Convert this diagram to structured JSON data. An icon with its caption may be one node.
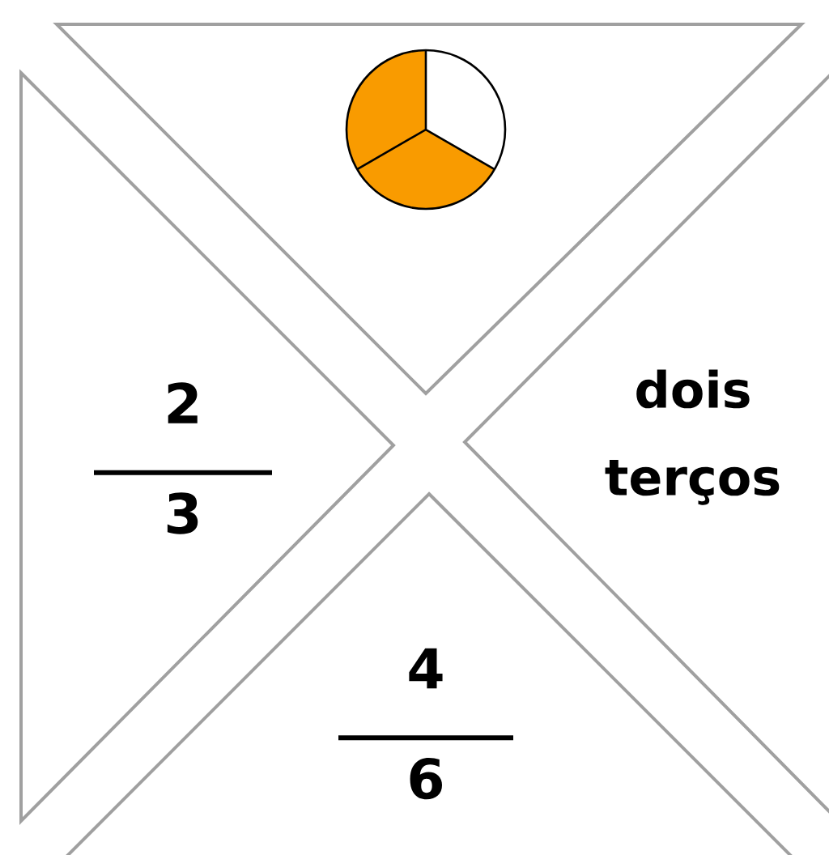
{
  "diagram": {
    "nodes": [
      {
        "text": [],
        "shape": "triangle"
      },
      {
        "text": [
          "2",
          "3"
        ]
      },
      {
        "text": [
          "dois terços"
        ]
      },
      {
        "text": [
          "4",
          "6"
        ]
      }
    ]
  }
}
